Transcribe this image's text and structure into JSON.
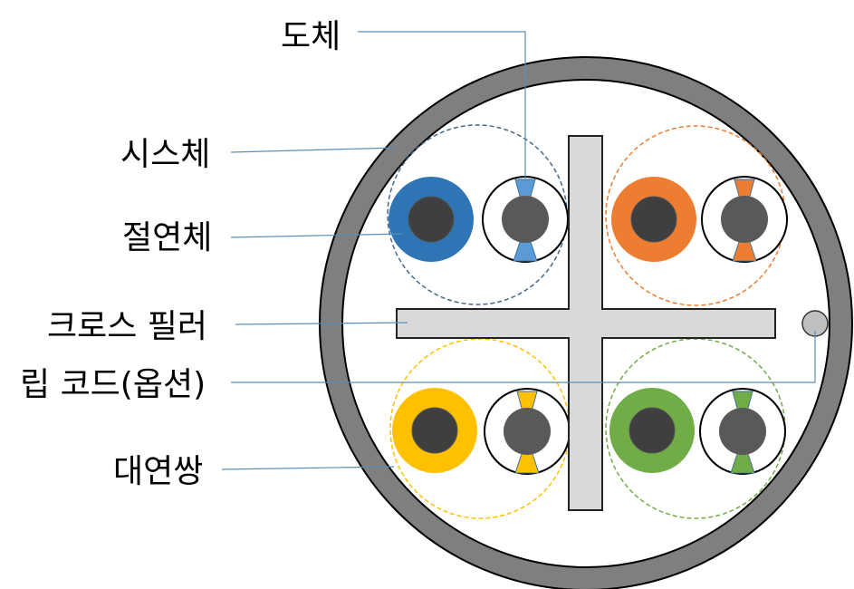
{
  "labels": {
    "conductor": "도체",
    "sheath": "시스체",
    "insulation": "절연체",
    "cross_filler": "크로스 필러",
    "rip_cord": "립 코드(옵션)",
    "twisted_pair": "대연쌍"
  },
  "colors": {
    "jacket": "#7f7f7f",
    "filler": "#d9d9d9",
    "conductor": "#595959",
    "conductor_dark": "#3f3f3f",
    "pairs": [
      "#2e75b6",
      "#ed7d31",
      "#ffc000",
      "#70ad47"
    ],
    "pair_stripes": [
      "#5b9bd5",
      "#ed7d31",
      "#ffc000",
      "#70ad47"
    ],
    "pair_dashes": [
      "#44688f",
      "#ed7d31",
      "#ffc000",
      "#70ad47"
    ]
  }
}
